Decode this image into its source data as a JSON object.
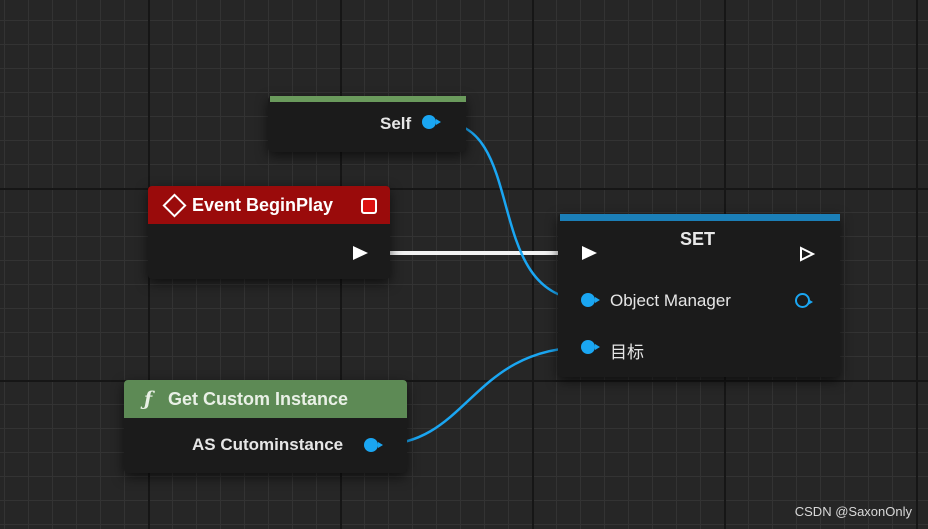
{
  "nodes": {
    "self": {
      "label": "Self"
    },
    "event_begin_play": {
      "title": "Event BeginPlay"
    },
    "set": {
      "title": "SET",
      "pin_object_manager": "Object Manager",
      "pin_target": "目标"
    },
    "get_custom_instance": {
      "title": "Get Custom Instance",
      "output_label": "AS Cutominstance",
      "function_glyph": "ƒ"
    }
  },
  "colors": {
    "canvas": "#262626",
    "object_pin": "#1aa6f2",
    "event_header": "#9a0b0b",
    "function_header": "#5d8a55",
    "self_bar": "#6a9a5c",
    "set_bar": "#1b7fb8"
  },
  "icons": {
    "event": "event-diamond-icon",
    "delegate": "delegate-square-icon",
    "exec": "exec-arrow-icon",
    "function": "function-icon"
  },
  "watermark": "CSDN @SaxonOnly"
}
